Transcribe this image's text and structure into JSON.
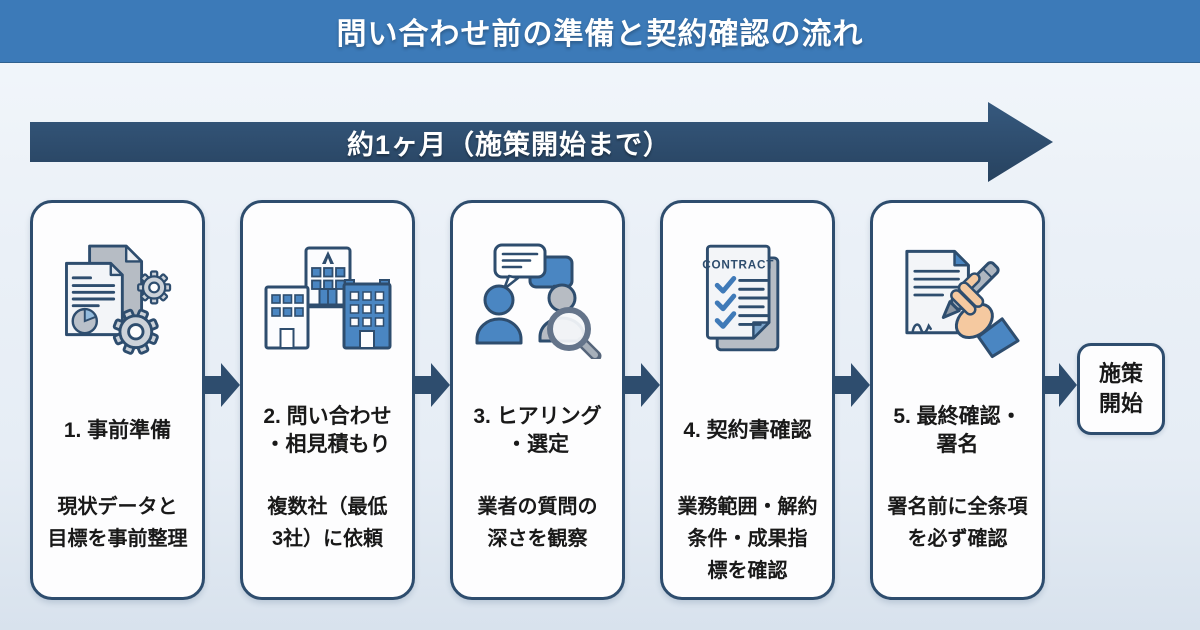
{
  "header": {
    "title": "問い合わせ前の準備と契約確認の流れ"
  },
  "timeline": {
    "label": "約1ヶ月（施策開始まで）"
  },
  "steps": [
    {
      "title": "1. 事前準備",
      "description": "現状データと\n目標を事前整理",
      "icon": "documents-gears-icon"
    },
    {
      "title": "2. 問い合わせ\n・相見積もり",
      "description": "複数社（最低\n3社）に依頼",
      "icon": "buildings-icon"
    },
    {
      "title": "3. ヒアリング\n・選定",
      "description": "業者の質問の\n深さを観察",
      "icon": "people-hearing-icon"
    },
    {
      "title": "4. 契約書確認",
      "description": "業務範囲・解約\n条件・成果指\n標を確認",
      "icon": "contract-checklist-icon",
      "icon_text": "CONTRACT"
    },
    {
      "title": "5. 最終確認・\n署名",
      "description": "署名前に全条項\nを必ず確認",
      "icon": "signing-hand-icon"
    }
  ],
  "outcome": {
    "label": "施策\n開始"
  },
  "colors": {
    "header_blue": "#3c7ab8",
    "navy": "#2e4d6e",
    "icon_blue": "#4a86c2",
    "icon_gray": "#b6bcc4",
    "background": "#e9eff6",
    "card_background": "#fdfdfe"
  }
}
